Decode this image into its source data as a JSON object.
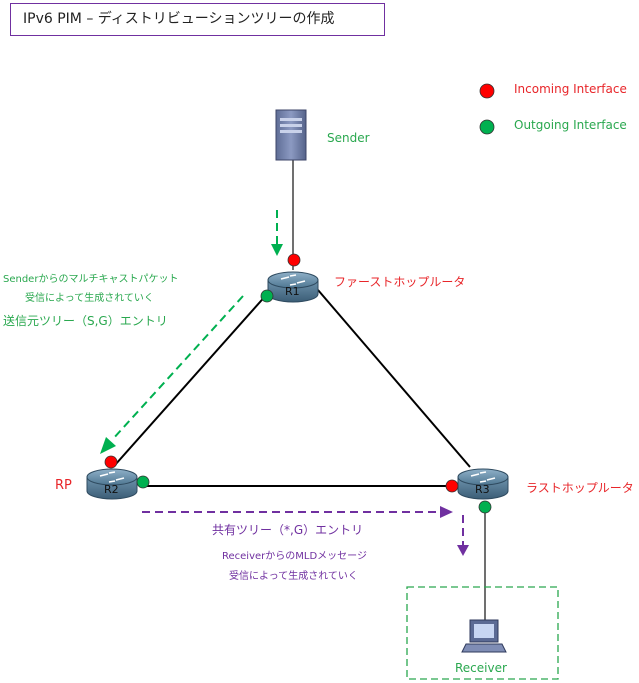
{
  "title": "IPv6 PIM – ディストリビューションツリーの作成",
  "legend": {
    "incoming": "Incoming Interface",
    "outgoing": "Outgoing Interface"
  },
  "colors": {
    "incoming": "#ff0000",
    "outgoing": "#00b050",
    "green_text": "#2aa84f",
    "red_text": "#e8262a",
    "purple": "#7030a0"
  },
  "nodes": {
    "sender": "Sender",
    "r1": "R1",
    "r2": "R2",
    "r3": "R3",
    "receiver": "Receiver",
    "rp": "RP"
  },
  "router_roles": {
    "r1": "ファーストホップルータ",
    "r3": "ラストホップルータ"
  },
  "annotations": {
    "sg_note_line1": "Senderからのマルチキャストパケット",
    "sg_note_line2": "受信によって生成されていく",
    "sg_entry": "送信元ツリー（S,G）エントリ",
    "shared_entry": "共有ツリー（*,G）エントリ",
    "mld_note_line1": "ReceiverからのMLDメッセージ",
    "mld_note_line2": "受信によって生成されていく"
  }
}
